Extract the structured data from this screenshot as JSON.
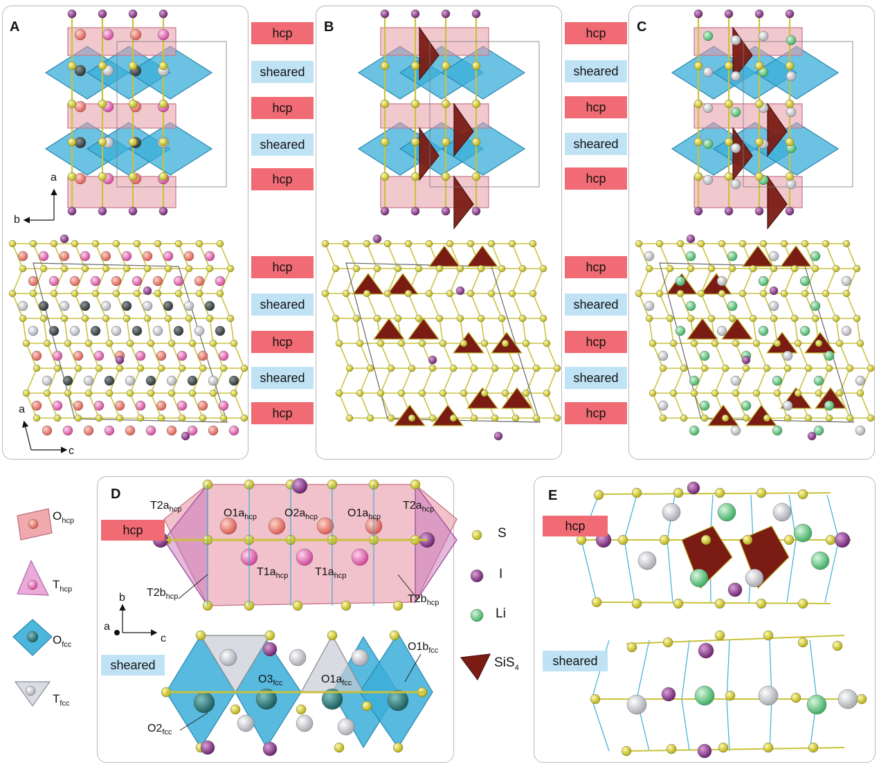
{
  "panels": {
    "A": "A",
    "B": "B",
    "C": "C",
    "D": "D",
    "E": "E"
  },
  "stack_labels": {
    "hcp": "hcp",
    "sheared": "sheared"
  },
  "axes": {
    "top": {
      "vertical": "a",
      "horizontal": "b"
    },
    "bottom": {
      "vertical": "a",
      "horizontal": "c"
    },
    "d": {
      "vertical": "b",
      "out": "a",
      "horizontal": "c"
    }
  },
  "legend_sites": [
    {
      "main": "O",
      "sub": "hcp"
    },
    {
      "main": "T",
      "sub": "hcp"
    },
    {
      "main": "O",
      "sub": "fcc"
    },
    {
      "main": "T",
      "sub": "fcc"
    }
  ],
  "legend_atoms": [
    {
      "label": "S",
      "color": "#d8d22a"
    },
    {
      "label": "I",
      "color": "#9b3f9a"
    },
    {
      "label": "Li",
      "color": "#7fd39a"
    },
    {
      "label": "SiS",
      "sub": "4",
      "color": "#7a1c14"
    }
  ],
  "site_labels": {
    "hcp": [
      {
        "main": "T2a",
        "sub": "hcp"
      },
      {
        "main": "O1a",
        "sub": "hcp"
      },
      {
        "main": "O2a",
        "sub": "hcp"
      },
      {
        "main": "O1a",
        "sub": "hcp"
      },
      {
        "main": "T2a",
        "sub": "hcp"
      },
      {
        "main": "T2b",
        "sub": "hcp"
      },
      {
        "main": "T1a",
        "sub": "hcp"
      },
      {
        "main": "T1a",
        "sub": "hcp"
      },
      {
        "main": "T2b",
        "sub": "hcp"
      }
    ],
    "fcc": [
      {
        "main": "O1b",
        "sub": "fcc"
      },
      {
        "main": "O3",
        "sub": "fcc"
      },
      {
        "main": "O1a",
        "sub": "fcc"
      },
      {
        "main": "O2",
        "sub": "fcc"
      }
    ]
  },
  "colors": {
    "sulfur": "#d8d22a",
    "iodine": "#9b3f9a",
    "lithium": "#7fd39a",
    "sis4": "#7a1c14",
    "octa_fcc": "#3aaed8",
    "hcp_poly": "#e89aa8",
    "bond": "#c9c23a"
  }
}
